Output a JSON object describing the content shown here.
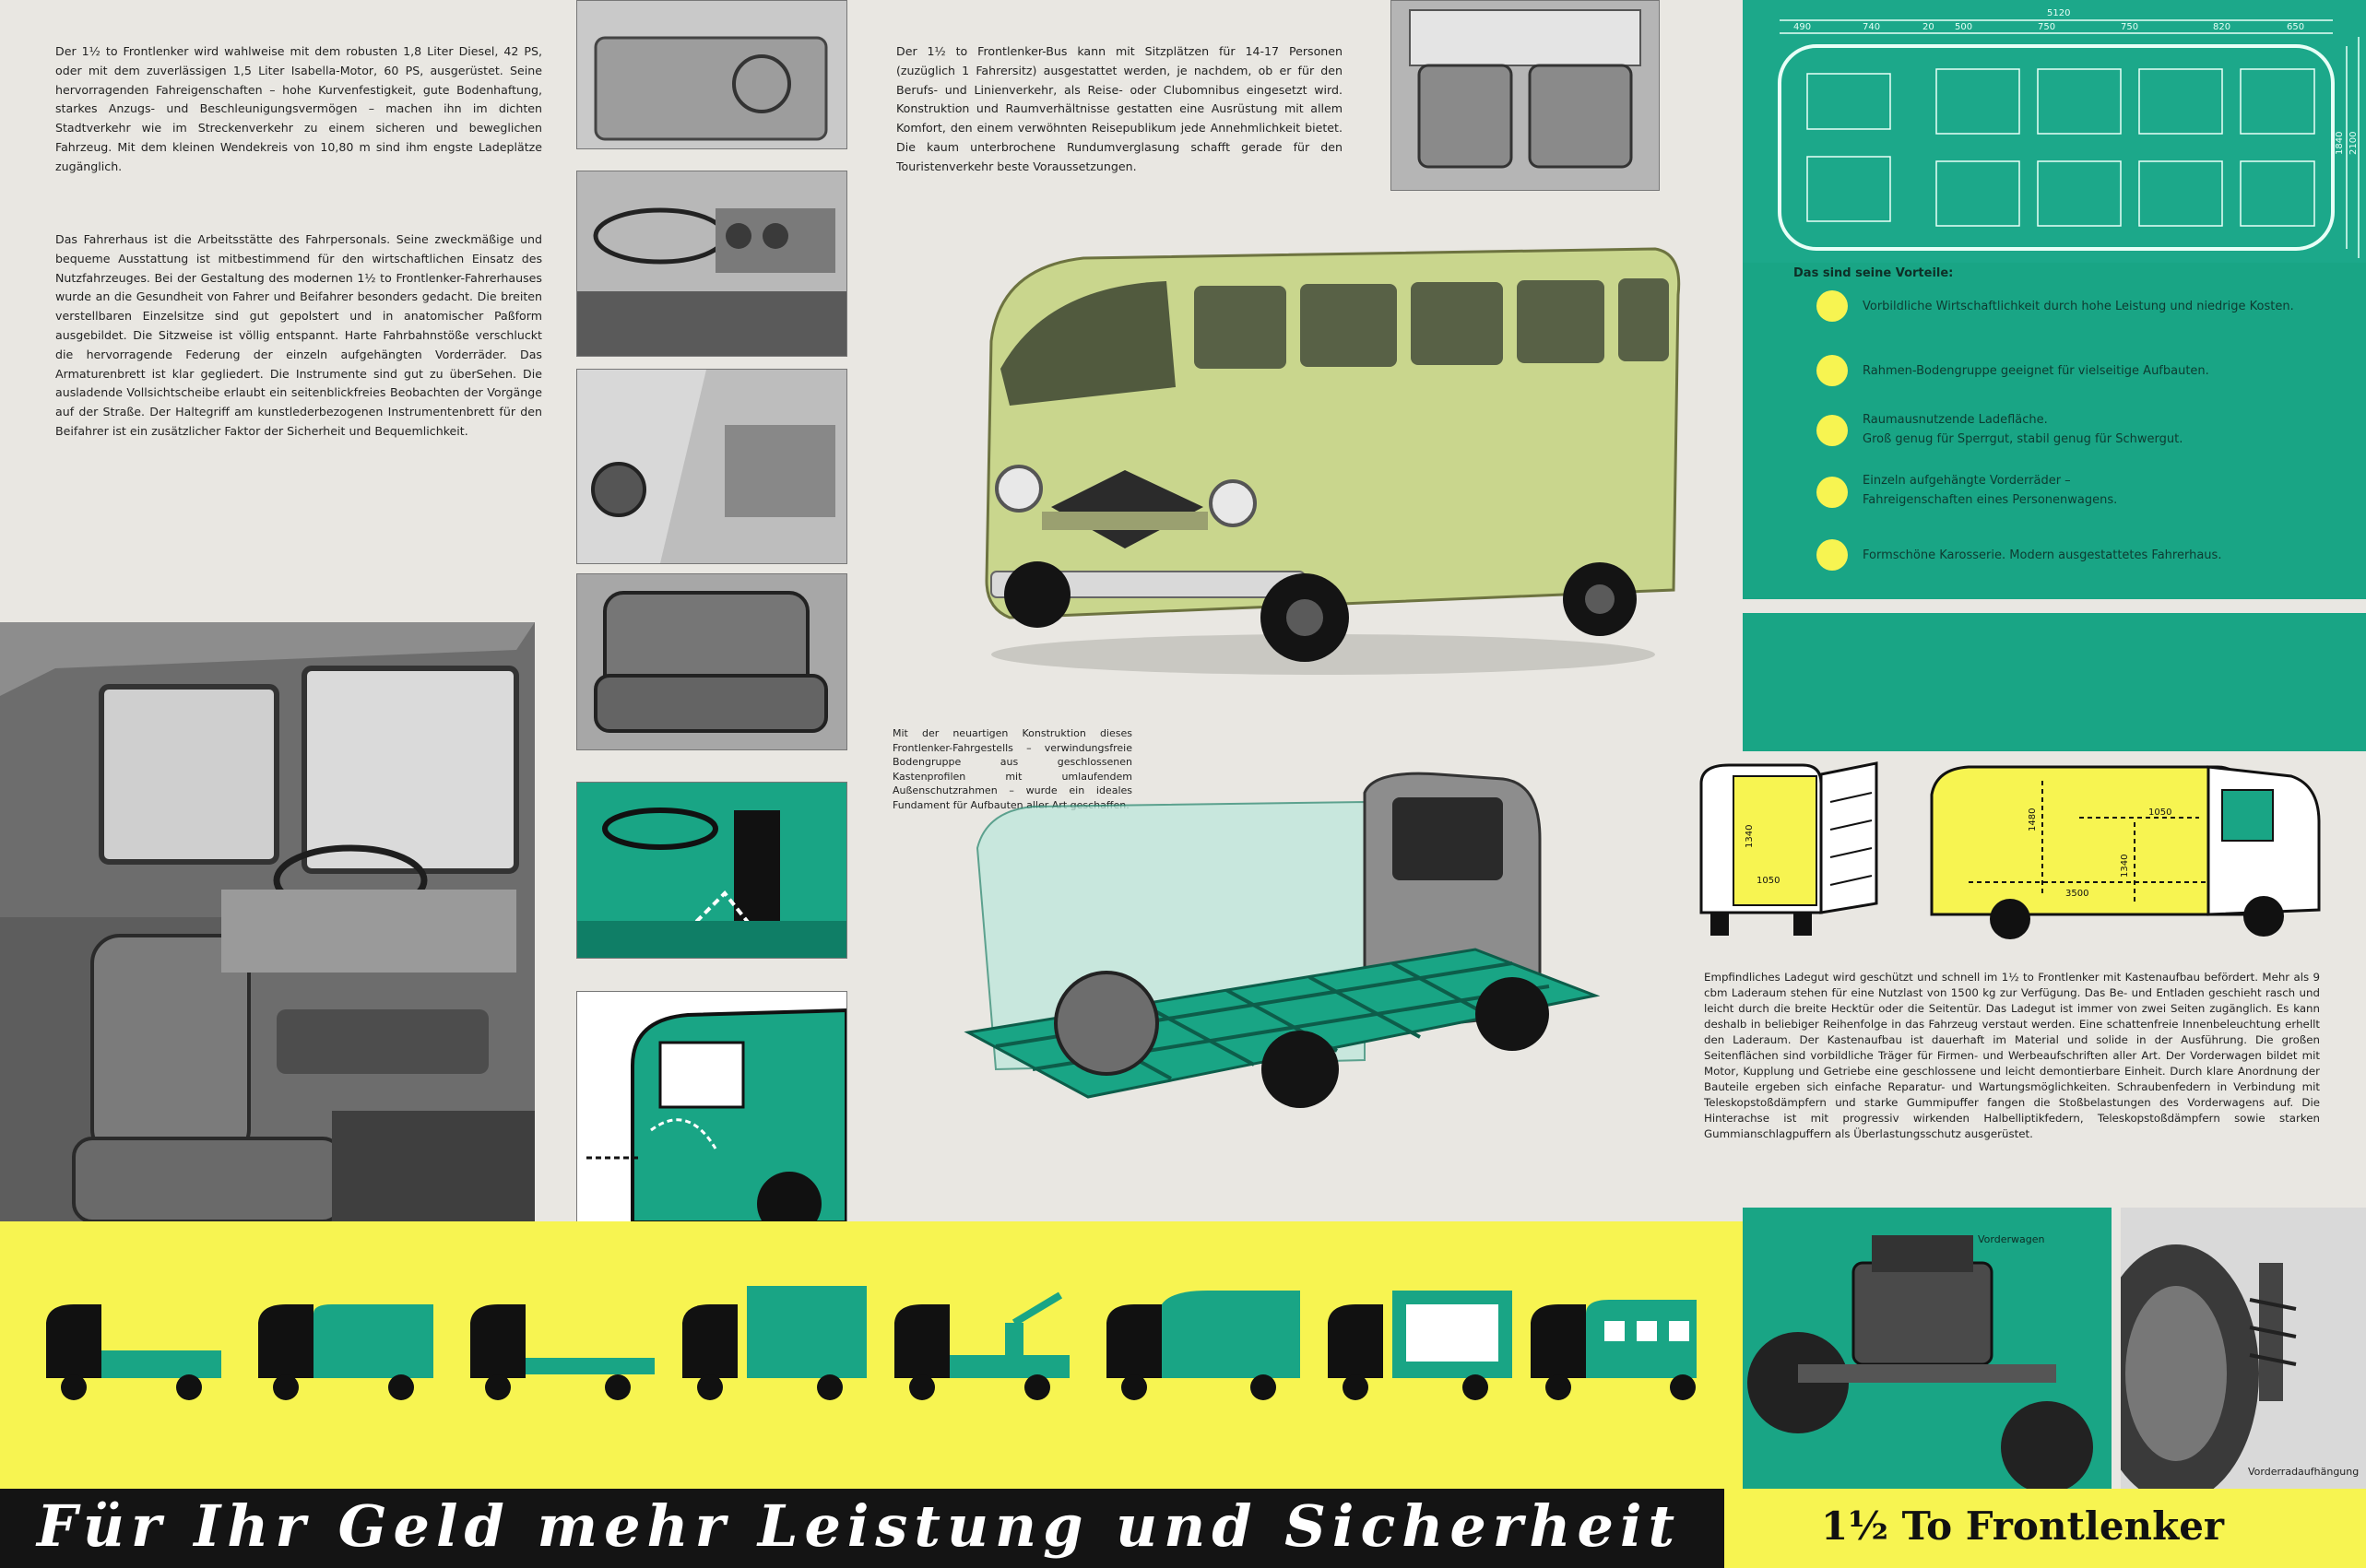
{
  "paragraphs": {
    "p1": "Der 1½ to Frontlenker wird wahlweise mit dem robusten 1,8 Liter Diesel, 42 PS, oder mit dem zuverlässigen 1,5 Liter Isabella-Motor, 60 PS, ausgerüstet. Seine hervorragenden Fahreigenschaften – hohe Kurvenfestigkeit, gute Bodenhaftung, starkes Anzugs- und Beschleunigungsvermögen – machen ihn im dichten Stadtverkehr wie im Streckenverkehr zu einem sicheren und beweglichen Fahrzeug. Mit dem kleinen Wendekreis von 10,80 m sind ihm engste Ladeplätze zugänglich.",
    "p2": "Das Fahrerhaus ist die Arbeitsstätte des Fahrpersonals. Seine zweckmäßige und bequeme Ausstattung ist mitbestimmend für den wirtschaftlichen Einsatz des Nutzfahrzeuges. Bei der Gestaltung des modernen 1½ to Frontlenker-Fahrerhauses wurde an die Gesundheit von Fahrer und Beifahrer besonders gedacht. Die breiten verstellbaren Einzelsitze sind gut gepolstert und in anatomischer Paßform ausgebildet. Die Sitzweise ist völlig entspannt. Harte Fahrbahnstöße verschluckt die hervorragende Federung der einzeln aufgehängten Vorderräder. Das Armaturenbrett ist klar gegliedert. Die Instrumente sind gut zu überSehen. Die ausladende Vollsichtscheibe erlaubt ein seitenblickfreies Beobachten der Vorgänge auf der Straße. Der Haltegriff am kunstlederbezogenen Instrumentenbrett für den Beifahrer ist ein zusätzlicher Faktor der Sicherheit und Bequemlichkeit.",
    "p3": "Der 1½ to Frontlenker-Bus kann mit Sitzplätzen für 14-17 Personen (zuzüglich 1 Fahrersitz) ausgestattet werden, je nachdem, ob er für den Berufs- und Linienverkehr, als Reise- oder Clubomnibus eingesetzt wird. Konstruktion und Raumverhältnisse gestatten eine Ausrüstung mit allem Komfort, den einem verwöhnten Reisepublikum jede Annehmlichkeit bietet. Die kaum unterbrochene Rundumverglasung schafft gerade für den Touristenverkehr beste Voraussetzungen.",
    "p4": "Mit der neuartigen Konstruktion dieses Frontlenker-Fahrgestells – verwindungsfreie Bodengruppe aus geschlossenen Kastenprofilen mit umlaufendem Außenschutzrahmen – wurde ein ideales Fundament für Aufbauten aller Art geschaffen.",
    "p5": "Empfindliches Ladegut wird geschützt und schnell im 1½ to Frontlenker mit Kastenaufbau befördert. Mehr als 9 cbm Laderaum stehen für eine Nutzlast von 1500 kg zur Verfügung. Das Be- und Entladen geschieht rasch und leicht durch die breite Hecktür oder die Seitentür. Das Ladegut ist immer von zwei Seiten zugänglich. Es kann deshalb in beliebiger Reihenfolge in das Fahrzeug verstaut werden. Eine schattenfreie Innenbeleuchtung erhellt den Laderaum. Der Kastenaufbau ist dauerhaft im Material und solide in der Ausführung. Die großen Seitenflächen sind vorbildliche Träger für Firmen- und Werbeaufschriften aller Art. Der Vorderwagen bildet mit Motor, Kupplung und Getriebe eine geschlossene und leicht demontierbare Einheit. Durch klare Anordnung der Bauteile ergeben sich einfache Reparatur- und Wartungsmöglichkeiten. Schraubenfedern in Verbindung mit Teleskopstoßdämpfern und starke Gummipuffer fangen die Stoßbelastungen des Vorderwagens auf. Die Hinterachse ist mit progressiv wirkenden Halbelliptikfedern, Teleskopstoßdämpfern sowie starken Gummianschlagpuffern als Überlastungsschutz ausgerüstet."
  },
  "advantages": {
    "heading": "Das sind seine Vorteile:",
    "items": [
      "Vorbildliche Wirtschaftlichkeit durch hohe Leistung und niedrige Kosten.",
      "Rahmen-Bodengruppe geeignet für vielseitige Aufbauten.",
      "Raumausnutzende Ladefläche.\nGroß genug für Sperrgut, stabil genug für Schwergut.",
      "Einzeln aufgehängte Vorderräder –\nFahreigenschaften eines Personenwagens.",
      "Formschöne Karosserie. Modern ausgestattetes Fahrerhaus."
    ]
  },
  "floorplan_dims": {
    "total": "5120",
    "segments": [
      "490",
      "740",
      "500",
      "750",
      "750",
      "820",
      "650"
    ],
    "small": "20",
    "width": "1840",
    "width2": "2100"
  },
  "van_dims": {
    "rear_height": "1340",
    "rear_width": "1050",
    "side_height": "1480",
    "side_width": "1050",
    "side_lower": "1340",
    "length": "3500"
  },
  "photo_captions": {
    "front": "Vorderwagen",
    "rear": "Vorderradaufhängung"
  },
  "footer": {
    "slogan": "Für Ihr Geld mehr Leistung und Sicherheit",
    "title": "1½ To Frontlenker"
  },
  "colors": {
    "teal": "#19a585",
    "yellow": "#f7f451",
    "bus": "#c8d58a",
    "black": "#111111"
  }
}
